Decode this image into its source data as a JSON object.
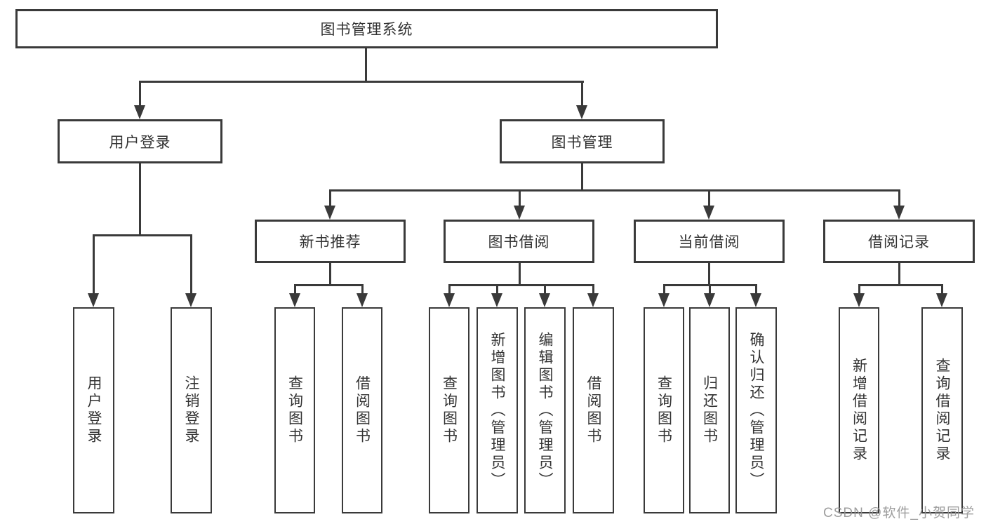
{
  "diagram": {
    "title": "图书管理系统",
    "branches": {
      "user_login": {
        "label": "用户登录",
        "children": [
          {
            "label": "用户登录"
          },
          {
            "label": "注销登录"
          }
        ]
      },
      "book_management": {
        "label": "图书管理",
        "sections": [
          {
            "label": "新书推荐",
            "children": [
              {
                "label": "查询图书"
              },
              {
                "label": "借阅图书"
              }
            ]
          },
          {
            "label": "图书借阅",
            "children": [
              {
                "label": "查询图书"
              },
              {
                "label": "新增图书（管理员）"
              },
              {
                "label": "编辑图书（管理员）"
              },
              {
                "label": "借阅图书"
              }
            ]
          },
          {
            "label": "当前借阅",
            "children": [
              {
                "label": "查询图书"
              },
              {
                "label": "归还图书"
              },
              {
                "label": "确认归还（管理员）"
              }
            ]
          },
          {
            "label": "借阅记录",
            "children": [
              {
                "label": "新增借阅记录"
              },
              {
                "label": "查询借阅记录"
              }
            ]
          }
        ]
      }
    },
    "colors": {
      "line": "#3a3a3a",
      "watermark": "#949494"
    }
  },
  "watermark": {
    "text": "CSDN @软件_小贺同学"
  }
}
